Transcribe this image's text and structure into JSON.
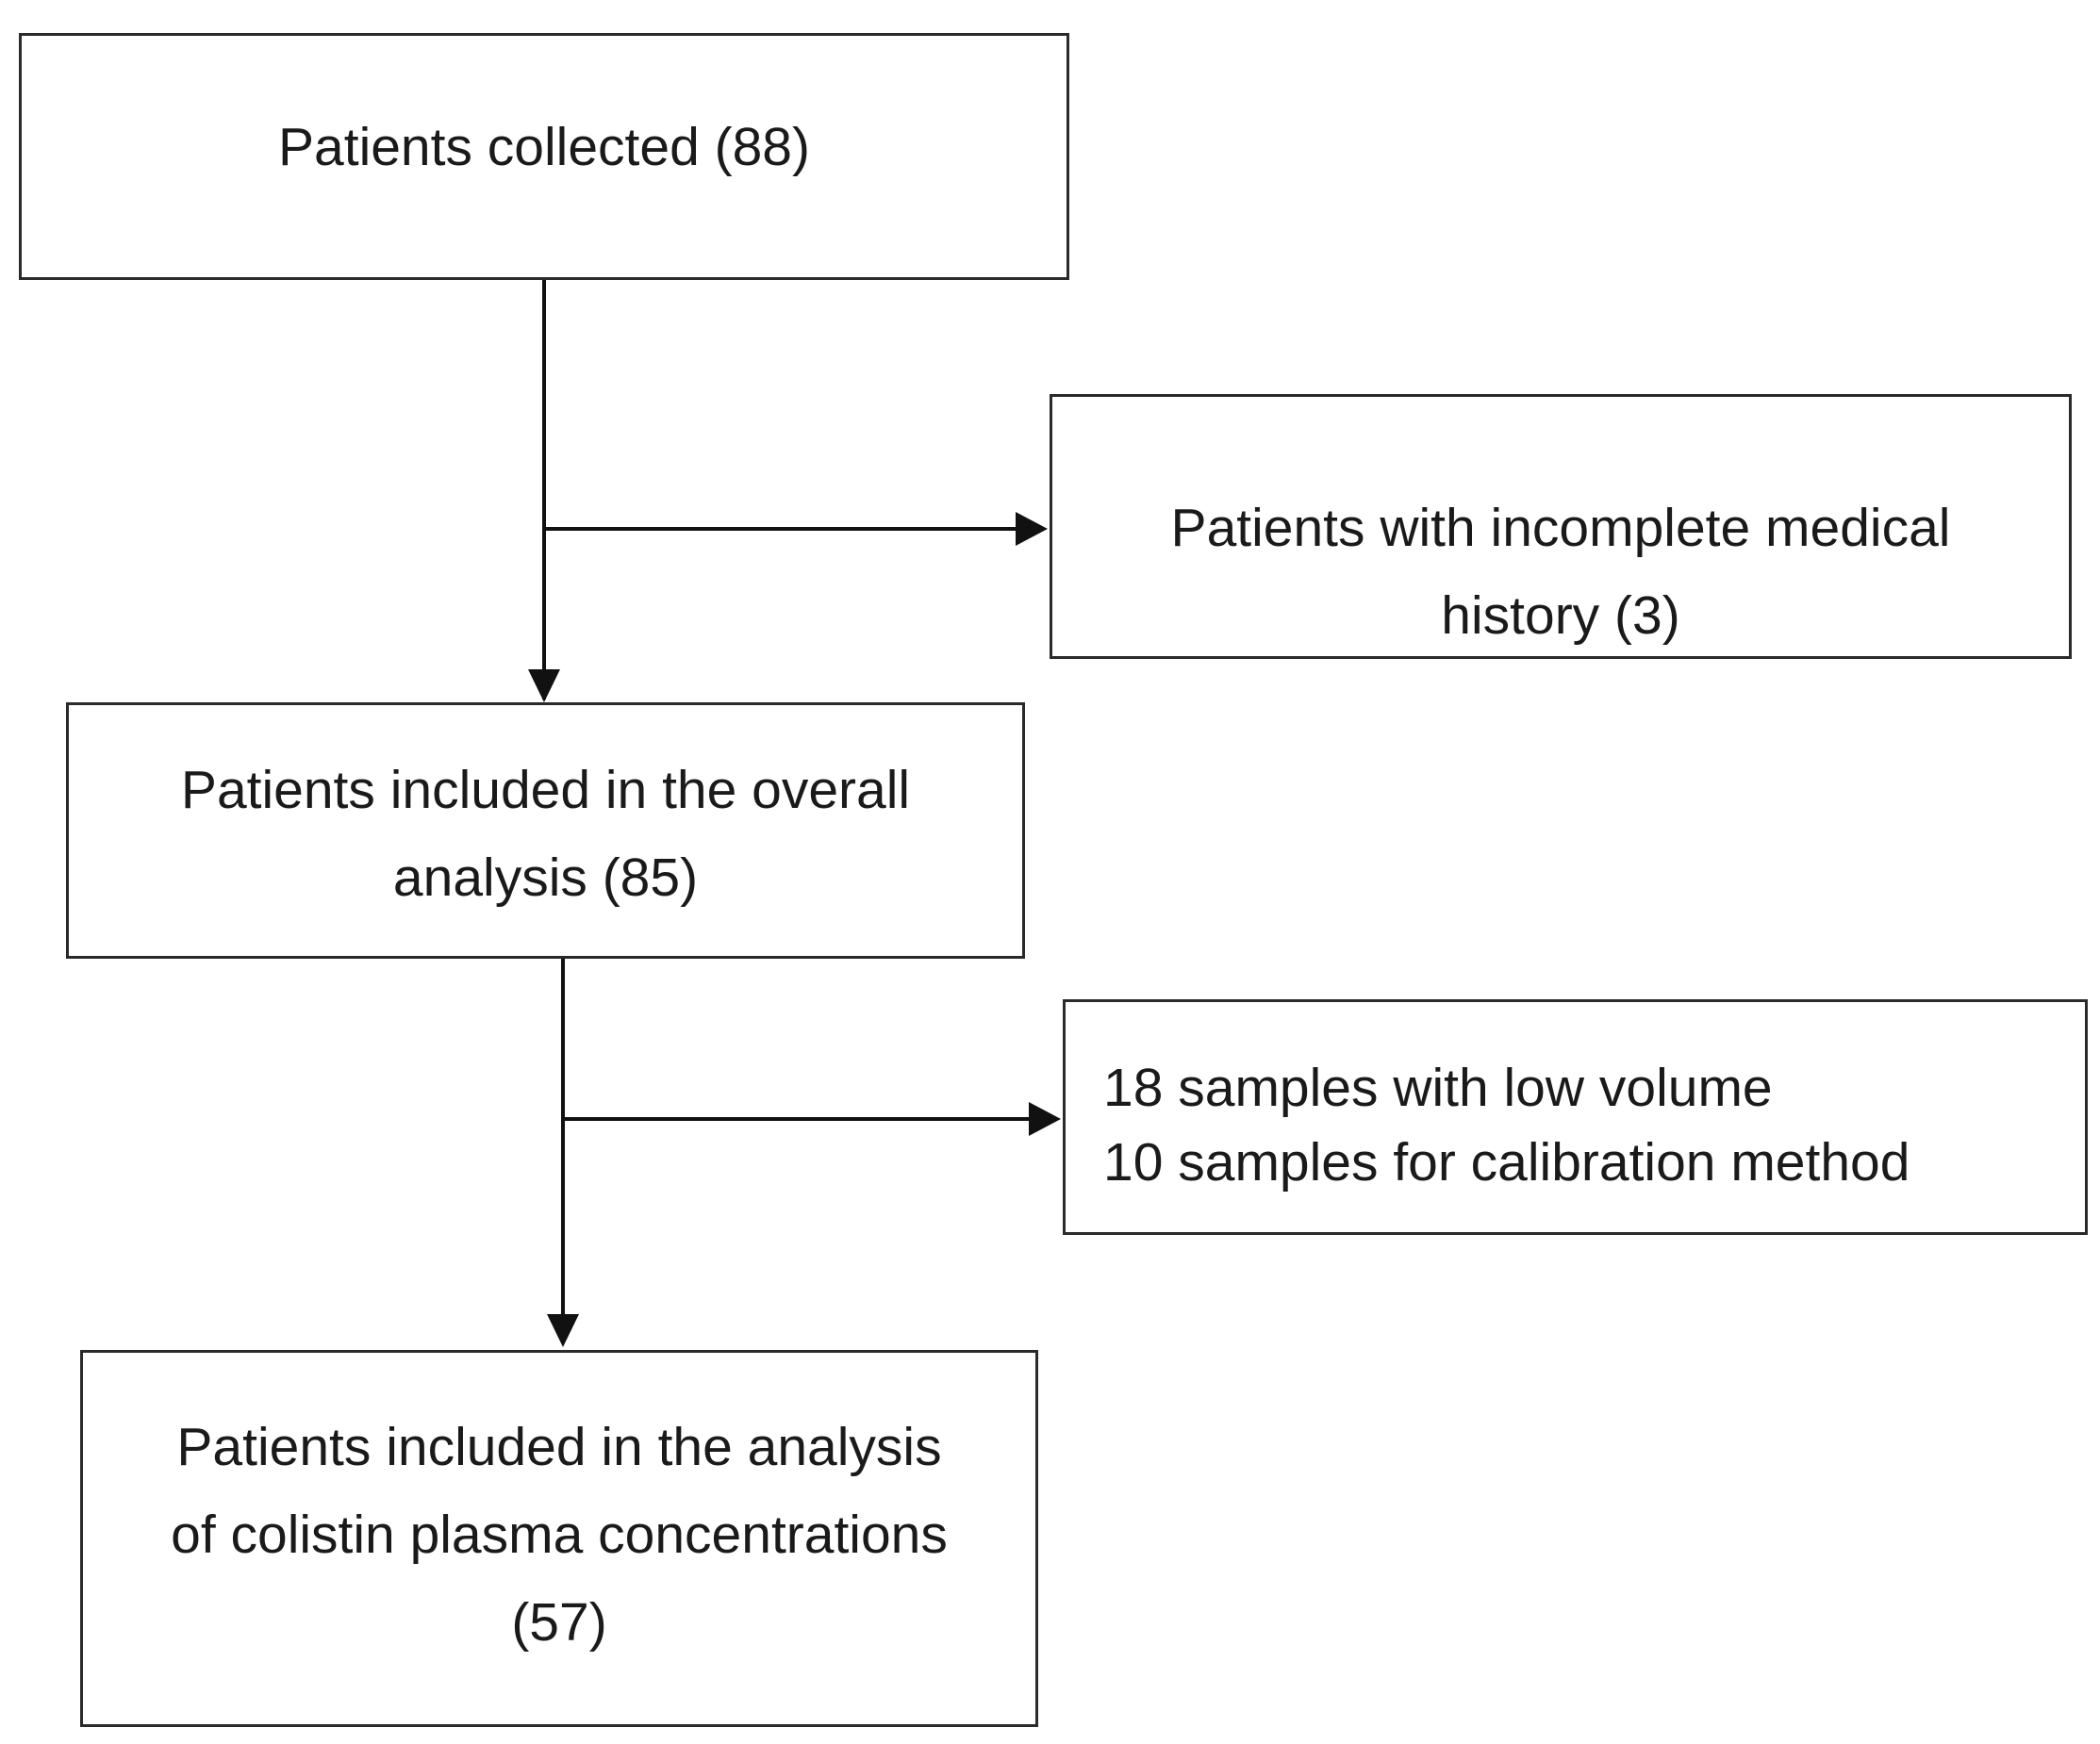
{
  "boxes": {
    "collected": {
      "lines": [
        "Patients collected (88)"
      ]
    },
    "incomplete": {
      "lines": [
        "Patients with incomplete medical",
        "history (3)"
      ]
    },
    "overall": {
      "lines": [
        "Patients included in the overall",
        "analysis (85)"
      ]
    },
    "samples": {
      "lines": [
        "18 samples with low volume",
        "10 samples for calibration method"
      ]
    },
    "colistin": {
      "lines": [
        "Patients included in the analysis",
        "of colistin plasma concentrations",
        "(57)"
      ]
    }
  },
  "colors": {
    "line": "#111111",
    "box_border": "#2a2a2a",
    "text": "#1a1a1a",
    "background": "#ffffff"
  }
}
